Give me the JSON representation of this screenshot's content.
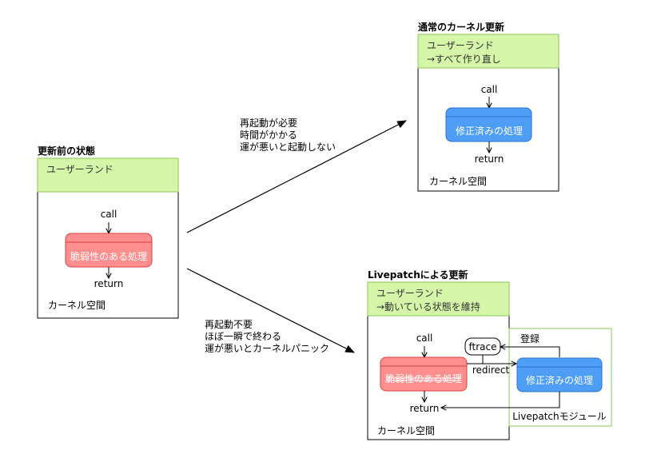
{
  "before": {
    "title": "更新前の状態",
    "userland": "ユーザーランド",
    "call": "call",
    "process": "脆弱性のある処理",
    "return": "return",
    "kernel": "カーネル空間"
  },
  "normal": {
    "title": "通常のカーネル更新",
    "userland_line1": "ユーザーランド",
    "userland_line2": "→すべて作り直し",
    "call": "call",
    "process": "修正済みの処理",
    "return": "return",
    "kernel": "カーネル空間"
  },
  "live": {
    "title": "Livepatchによる更新",
    "userland_line1": "ユーザーランド",
    "userland_line2": "→動いている状態を維持",
    "call": "call",
    "old_process": "脆弱性のある処理",
    "redirect": "redirect",
    "ftrace": "ftrace",
    "register": "登録",
    "new_process": "修正済みの処理",
    "return": "return",
    "module": "Livepatchモジュール",
    "kernel": "カーネル空間"
  },
  "arrow_up": {
    "line1": "再起動が必要",
    "line2": "時間がかかる",
    "line3": "運が悪いと起動しない"
  },
  "arrow_down": {
    "line1": "再起動不要",
    "line2": "ほぼ一瞬で終わる",
    "line3": "運が悪いとカーネルパニック"
  },
  "colors": {
    "userland_fill": "#d5f5a8",
    "userland_stroke": "#8dc55a",
    "vuln_fill": "#ff8f8f",
    "vuln_stroke": "#d94040",
    "fixed_fill": "#4f9ef5",
    "fixed_stroke": "#2b6fd1"
  }
}
